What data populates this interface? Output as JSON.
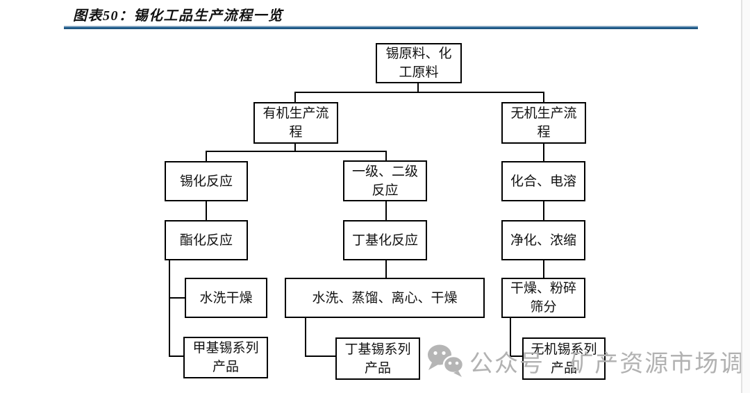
{
  "header": {
    "title": "图表50：锡化工品生产流程一览"
  },
  "diagram": {
    "nodes": {
      "raw_material": {
        "label": "锡原料、化工原料"
      },
      "organic_process": {
        "label": "有机生产流程"
      },
      "inorganic_process": {
        "label": "无机生产流程"
      },
      "tin_reaction": {
        "label": "锡化反应"
      },
      "primary_secondary": {
        "label": "一级、二级反应"
      },
      "compound_electro": {
        "label": "化合、电溶"
      },
      "esterification": {
        "label": "酯化反应"
      },
      "butylation": {
        "label": "丁基化反应"
      },
      "purify_concentrate": {
        "label": "净化、浓缩"
      },
      "wash_dry": {
        "label": "水洗干燥"
      },
      "wash_distill": {
        "label": "水洗、蒸馏、离心、干燥"
      },
      "dry_crush_sieve": {
        "label": "干燥、粉碎筛分"
      },
      "methyl_tin_products": {
        "label": "甲基锡系列产品"
      },
      "butyl_tin_products": {
        "label": "丁基锡系列产品"
      },
      "inorganic_tin_products": {
        "label": "无机锡系列产品"
      }
    },
    "edges": [
      {
        "from": "raw_material",
        "to": "organic_process"
      },
      {
        "from": "raw_material",
        "to": "inorganic_process"
      },
      {
        "from": "organic_process",
        "to": "tin_reaction"
      },
      {
        "from": "organic_process",
        "to": "primary_secondary"
      },
      {
        "from": "inorganic_process",
        "to": "compound_electro"
      },
      {
        "from": "tin_reaction",
        "to": "esterification"
      },
      {
        "from": "primary_secondary",
        "to": "butylation"
      },
      {
        "from": "compound_electro",
        "to": "purify_concentrate"
      },
      {
        "from": "esterification",
        "to": "wash_dry"
      },
      {
        "from": "esterification",
        "to": "methyl_tin_products"
      },
      {
        "from": "butylation",
        "to": "wash_distill"
      },
      {
        "from": "purify_concentrate",
        "to": "dry_crush_sieve"
      },
      {
        "from": "wash_distill",
        "to": "butyl_tin_products"
      },
      {
        "from": "dry_crush_sieve",
        "to": "inorganic_tin_products"
      }
    ]
  },
  "watermark": {
    "icon": "wechat-icon",
    "text": "公众号 · 矿产资源市场调研"
  },
  "colors": {
    "box_border": "#000000",
    "rule_dark": "#174a74",
    "rule_light": "#2d6b9c",
    "watermark_gray": "#b2b2b2"
  }
}
